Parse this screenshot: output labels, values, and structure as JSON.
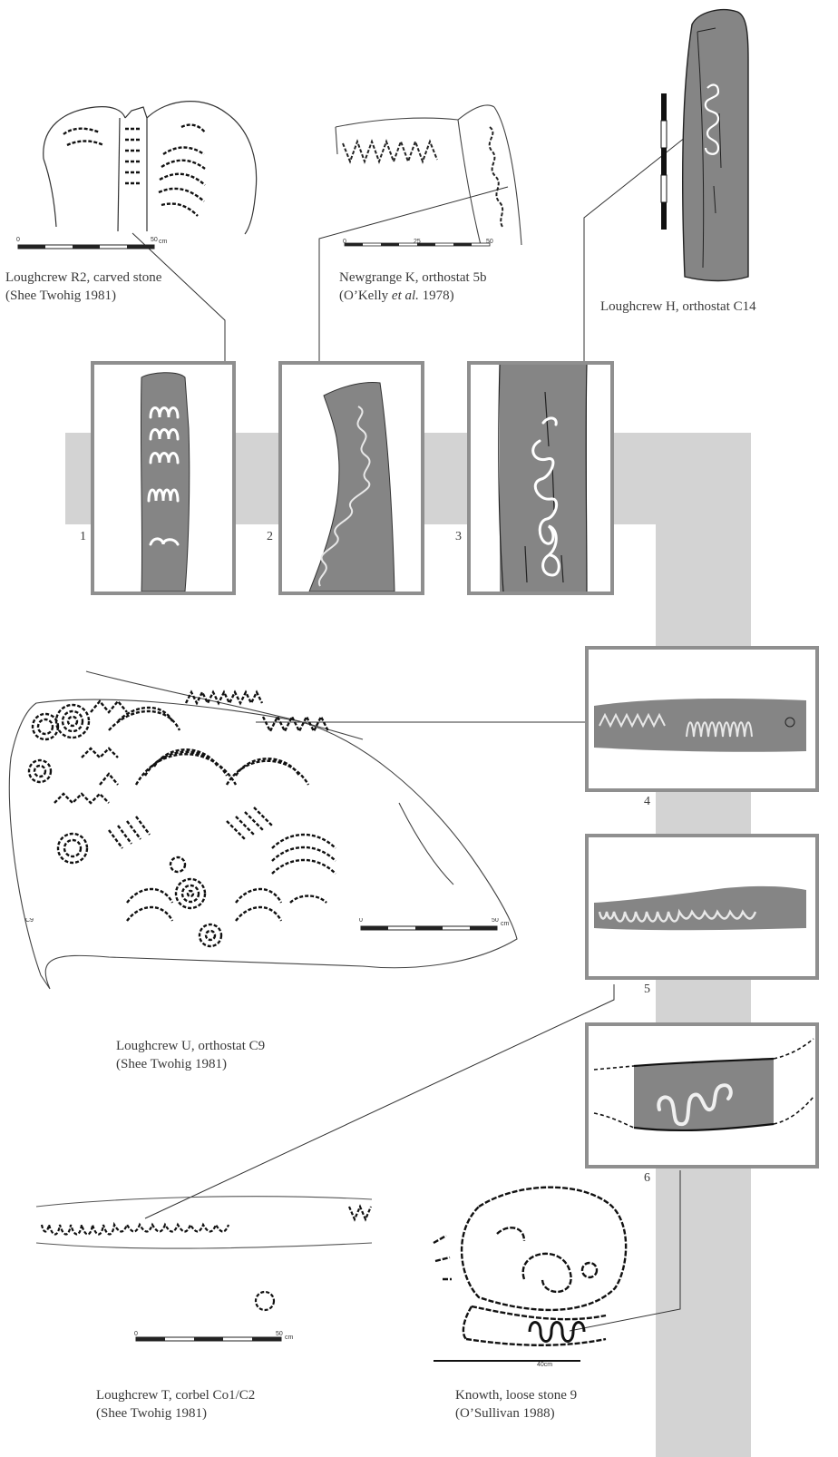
{
  "colors": {
    "band": "#d3d3d3",
    "frame": "#8f8f8f",
    "stone": "#858585",
    "motif": "#ffffff",
    "line": "#222222"
  },
  "panels": [
    {
      "id": "1",
      "label": "1"
    },
    {
      "id": "2",
      "label": "2"
    },
    {
      "id": "3",
      "label": "3"
    },
    {
      "id": "4",
      "label": "4"
    },
    {
      "id": "5",
      "label": "5"
    },
    {
      "id": "6",
      "label": "6"
    }
  ],
  "sources": {
    "r2": {
      "name": "Loughcrew R2, carved stone",
      "ref": "(Shee Twohig 1981)",
      "scale": {
        "start": "0",
        "end": "50",
        "unit": "cm"
      }
    },
    "newgrange": {
      "name": "Newgrange K, orthostat 5b",
      "ref_prefix": "(O’Kelly ",
      "ref_italic": "et al.",
      "ref_suffix": " 1978)",
      "scale": {
        "start": "0",
        "mid": "25",
        "end": "50"
      }
    },
    "loughcrew_h": {
      "name": "Loughcrew H, orthostat C14"
    },
    "loughcrew_u": {
      "name": "Loughcrew U, orthostat C9",
      "ref": "(Shee Twohig 1981)",
      "stone_id": "C9",
      "scale": {
        "start": "0",
        "end": "50",
        "unit": "cm"
      }
    },
    "loughcrew_t": {
      "name": "Loughcrew T, corbel Co1/C2",
      "ref": "(Shee Twohig 1981)",
      "scale": {
        "start": "0",
        "end": "50",
        "unit": "cm"
      }
    },
    "knowth": {
      "name": "Knowth, loose stone 9",
      "ref": "(O’Sullivan 1988)",
      "scale": {
        "label": "40cm"
      }
    }
  }
}
